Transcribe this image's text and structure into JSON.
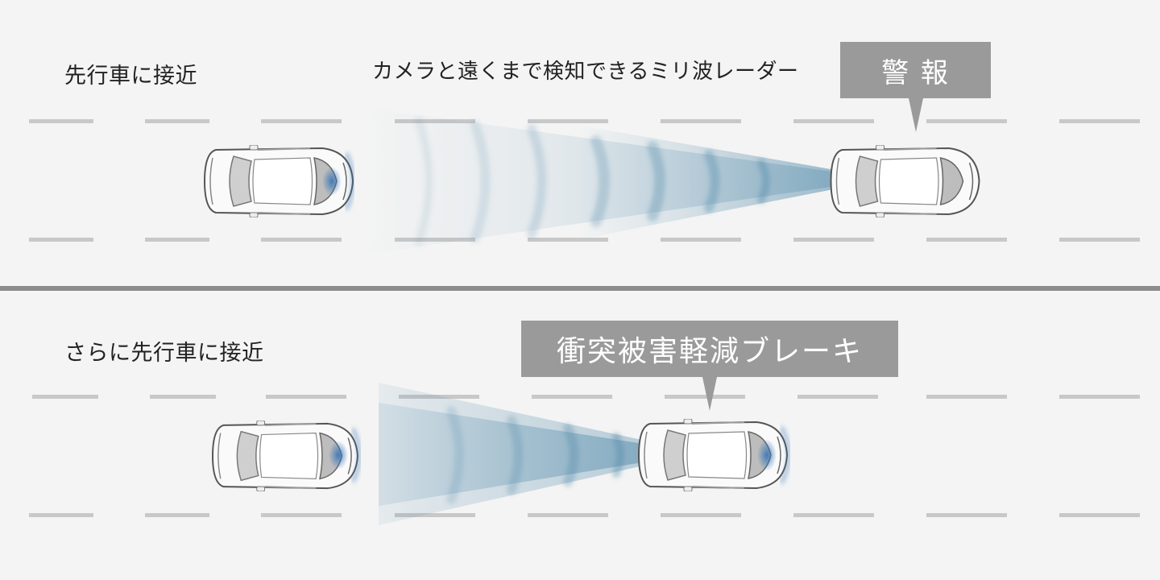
{
  "scenes": [
    {
      "id": "approach",
      "caption": "先行車に接近",
      "sensor_label": "カメラと遠くまで検知できるミリ波レーダー",
      "callout": "警 報"
    },
    {
      "id": "closer-approach",
      "caption": "さらに先行車に接近",
      "callout": "衝突被害軽減ブレーキ"
    }
  ],
  "colors": {
    "background": "#f4f4f4",
    "lane_marking": "#c8c8c8",
    "divider": "#8c8c8c",
    "callout_bg": "#9a9a9a",
    "callout_text": "#ffffff",
    "radar_beam": "#4f88a8",
    "sensor_glow": "#2f6fb5",
    "car_body": "#fafafa",
    "car_outline": "#555555",
    "car_glass": "#bdbdbd"
  },
  "icons": {
    "own_vehicle": "car-top-view-icon",
    "lead_vehicle": "car-top-view-icon",
    "radar": "radar-wave-icon"
  }
}
